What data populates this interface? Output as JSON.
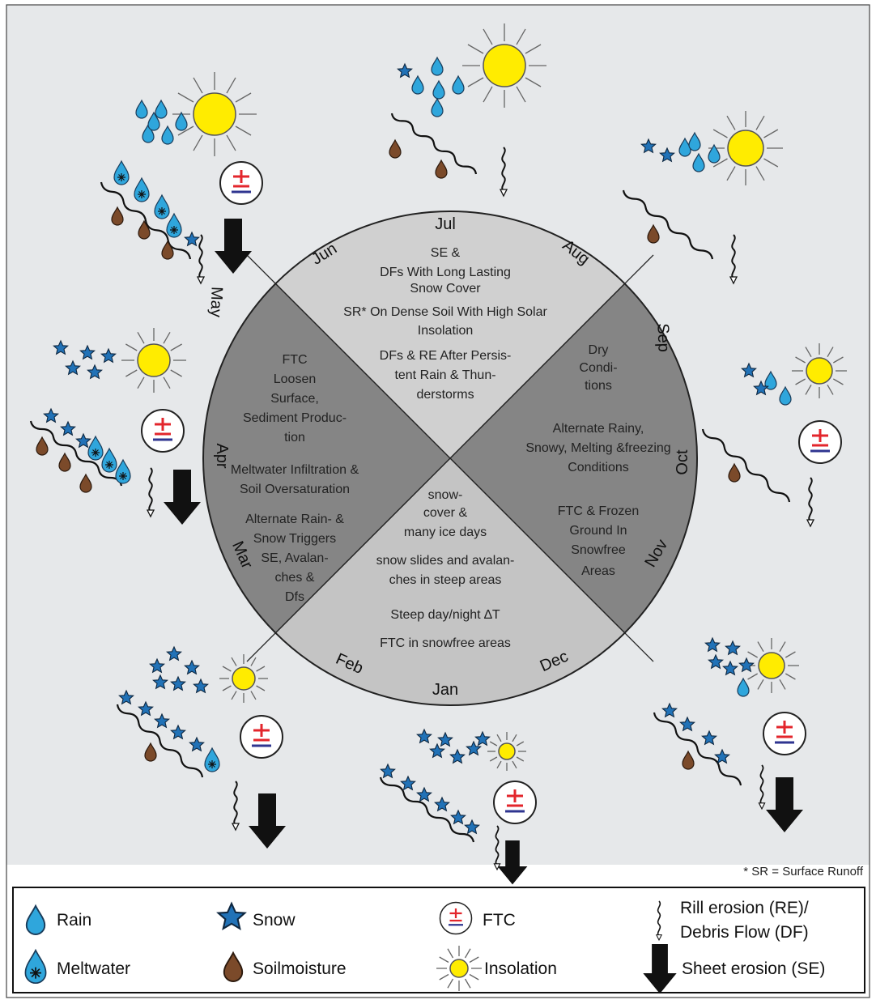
{
  "colors": {
    "background": "#e6e8ea",
    "summer_quadrant": "#d0d0d0",
    "winter_quadrant": "#c4c4c4",
    "autumn_spring_quadrant": "#858585",
    "rain": "#2fa6dc",
    "snow": "#2172b7",
    "soil": "#7b4a2a",
    "sun": "#ffec00",
    "ftc_red": "#e3262c",
    "ftc_blue": "#2f3590"
  },
  "months": {
    "jan": "Jan",
    "feb": "Feb",
    "mar": "Mar",
    "apr": "Apr",
    "may": "May",
    "jun": "Jun",
    "jul": "Jul",
    "aug": "Aug",
    "sep": "Sep",
    "oct": "Oct",
    "nov": "Nov",
    "dec": "Dec"
  },
  "quadrants": {
    "summer": [
      "SE &",
      "DFs With Long Lasting",
      "Snow Cover",
      "SR* On Dense Soil With High Solar",
      "Insolation",
      "DFs & RE After Persis-",
      "tent Rain & Thun-",
      "derstorms"
    ],
    "autumn": [
      "Dry",
      "Condi-",
      "tions",
      "Alternate Rainy,",
      "Snowy, Melting &freezing",
      "Conditions",
      "FTC & Frozen",
      "Ground In",
      "Snowfree",
      "Areas"
    ],
    "winter": [
      "snow-",
      "cover &",
      "many ice days",
      "snow slides and avalan-",
      "ches in steep areas",
      "Steep day/night ∆T",
      "FTC in snowfree areas"
    ],
    "spring": [
      "FTC",
      "Loosen",
      "Surface,",
      "Sediment Produc-",
      "tion",
      "Meltwater Infiltration &",
      "Soil Oversaturation",
      "Alternate Rain- &",
      "Snow Triggers",
      "SE, Avalan-",
      "ches &",
      "Dfs"
    ]
  },
  "footnote": "* SR = Surface Runoff",
  "ftc_symbol": "±",
  "legend": {
    "rain": "Rain",
    "snow": "Snow",
    "ftc": "FTC",
    "rill_line1": "Rill erosion (RE)/",
    "rill_line2": "Debris Flow (DF)",
    "meltwater": "Meltwater",
    "soilmoisture": "Soilmoisture",
    "insolation": "Insolation",
    "sheet": "Sheet erosion (SE)"
  }
}
